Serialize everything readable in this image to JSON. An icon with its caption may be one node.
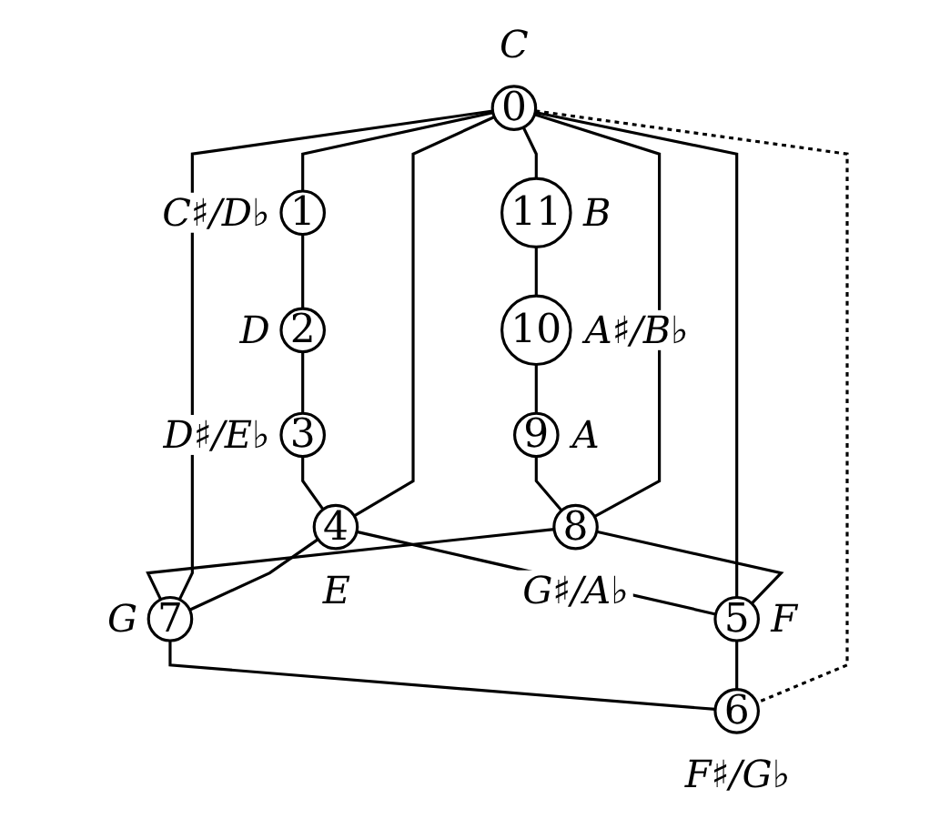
{
  "diagram": {
    "nodes": [
      {
        "text": [
          "0"
        ],
        "beside": [
          "C"
        ]
      },
      {
        "text": [
          "1"
        ],
        "beside": [
          "C♯/D♭"
        ]
      },
      {
        "text": [
          "2"
        ],
        "beside": [
          "D"
        ]
      },
      {
        "text": [
          "3"
        ],
        "beside": [
          "D♯/E♭"
        ]
      },
      {
        "text": [
          "4"
        ],
        "beside": [
          "E"
        ]
      },
      {
        "text": [
          "5"
        ],
        "beside": [
          "F"
        ]
      },
      {
        "text": [
          "6"
        ],
        "beside": [
          "F♯/G♭"
        ]
      },
      {
        "text": [
          "7"
        ],
        "beside": [
          "G"
        ]
      },
      {
        "text": [
          "8"
        ],
        "beside": [
          "G♯/A♭"
        ]
      },
      {
        "text": [
          "9"
        ],
        "beside": [
          "A"
        ]
      },
      {
        "text": [
          "10"
        ],
        "beside": [
          "A♯/B♭"
        ]
      },
      {
        "text": [
          "11"
        ],
        "beside": [
          "B"
        ]
      }
    ],
    "edges": [
      {
        "from": 0,
        "to": 11,
        "arrow": "none"
      },
      {
        "from": 11,
        "to": 10,
        "arrow": "none"
      },
      {
        "from": 10,
        "to": 9,
        "arrow": "none"
      },
      {
        "from": 9,
        "to": 8,
        "arrow": "none"
      },
      {
        "from": 8,
        "to": 7,
        "arrow": "none"
      },
      {
        "from": 7,
        "to": 6,
        "arrow": "none"
      },
      {
        "from": 0,
        "to": 1,
        "arrow": "none"
      },
      {
        "from": 1,
        "to": 2,
        "arrow": "none"
      },
      {
        "from": 2,
        "to": 3,
        "arrow": "none"
      },
      {
        "from": 3,
        "to": 4,
        "arrow": "none"
      },
      {
        "from": 4,
        "to": 5,
        "arrow": "none"
      },
      {
        "from": 5,
        "to": 6,
        "arrow": "none"
      },
      {
        "from": 0,
        "to": 8,
        "arrow": "none"
      },
      {
        "from": 0,
        "to": 7,
        "arrow": "none"
      },
      {
        "from": 0,
        "to": 6,
        "arrow": "none",
        "style": "dashed"
      },
      {
        "from": 0,
        "to": 5,
        "arrow": "none"
      },
      {
        "from": 0,
        "to": 4,
        "arrow": "none"
      },
      {
        "from": 8,
        "to": 5,
        "arrow": "none"
      },
      {
        "from": 4,
        "to": 7,
        "arrow": "none"
      }
    ]
  }
}
